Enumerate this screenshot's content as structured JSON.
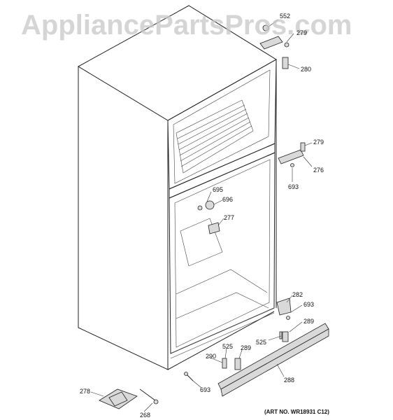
{
  "watermark": "AppliancePartsPros.com",
  "art_number": "(ART NO. WR18931 C12)",
  "callouts": [
    {
      "id": "c552",
      "label": "552"
    },
    {
      "id": "c279a",
      "label": "279"
    },
    {
      "id": "c280",
      "label": "280"
    },
    {
      "id": "c279b",
      "label": "279"
    },
    {
      "id": "c276",
      "label": "276"
    },
    {
      "id": "c693a",
      "label": "693"
    },
    {
      "id": "c695",
      "label": "695"
    },
    {
      "id": "c696",
      "label": "696"
    },
    {
      "id": "c277",
      "label": "277"
    },
    {
      "id": "c282",
      "label": "282"
    },
    {
      "id": "c693b",
      "label": "693"
    },
    {
      "id": "c289a",
      "label": "289"
    },
    {
      "id": "c525a",
      "label": "525"
    },
    {
      "id": "c525b",
      "label": "525"
    },
    {
      "id": "c289b",
      "label": "289"
    },
    {
      "id": "c290",
      "label": "290"
    },
    {
      "id": "c288",
      "label": "288"
    },
    {
      "id": "c693c",
      "label": "693"
    },
    {
      "id": "c278",
      "label": "278"
    },
    {
      "id": "c268",
      "label": "268"
    }
  ]
}
